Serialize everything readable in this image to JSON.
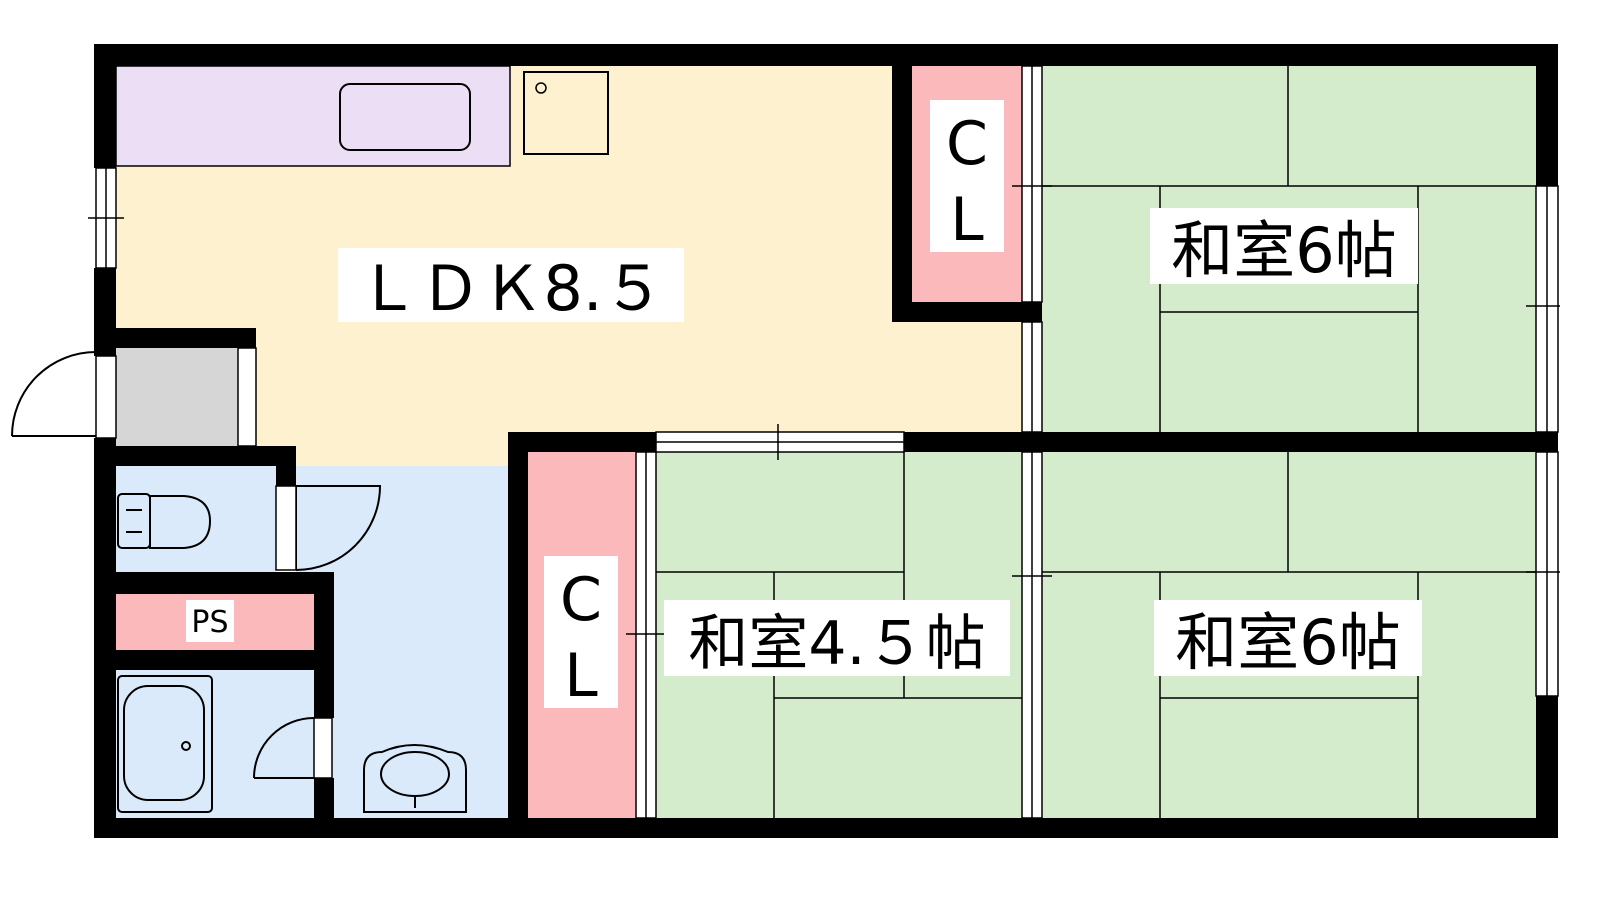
{
  "floor_plan": {
    "rooms": [
      {
        "id": "ldk",
        "label": "ＬＤＫ8.５",
        "color": "#fdf1d0"
      },
      {
        "id": "washitsu-a",
        "label": "和室6帖",
        "color": "#d4ebcc"
      },
      {
        "id": "washitsu-b",
        "label": "和室4.５帖",
        "color": "#d4ebcc"
      },
      {
        "id": "washitsu-c",
        "label": "和室6帖",
        "color": "#d4ebcc"
      },
      {
        "id": "closet-a",
        "label_line1": "C",
        "label_line2": "L",
        "color": "#fbb9bb"
      },
      {
        "id": "closet-b",
        "label_line1": "C",
        "label_line2": "L",
        "color": "#fbb9bb"
      },
      {
        "id": "ps",
        "label": "PS",
        "color": "#fbb9bb"
      }
    ],
    "colors": {
      "wall": "#000000",
      "kitchen_counter": "#ecdff5",
      "wet_area": "#dbeafb",
      "entrance": "#d6d6d6",
      "tatami_line": "#000000"
    }
  }
}
